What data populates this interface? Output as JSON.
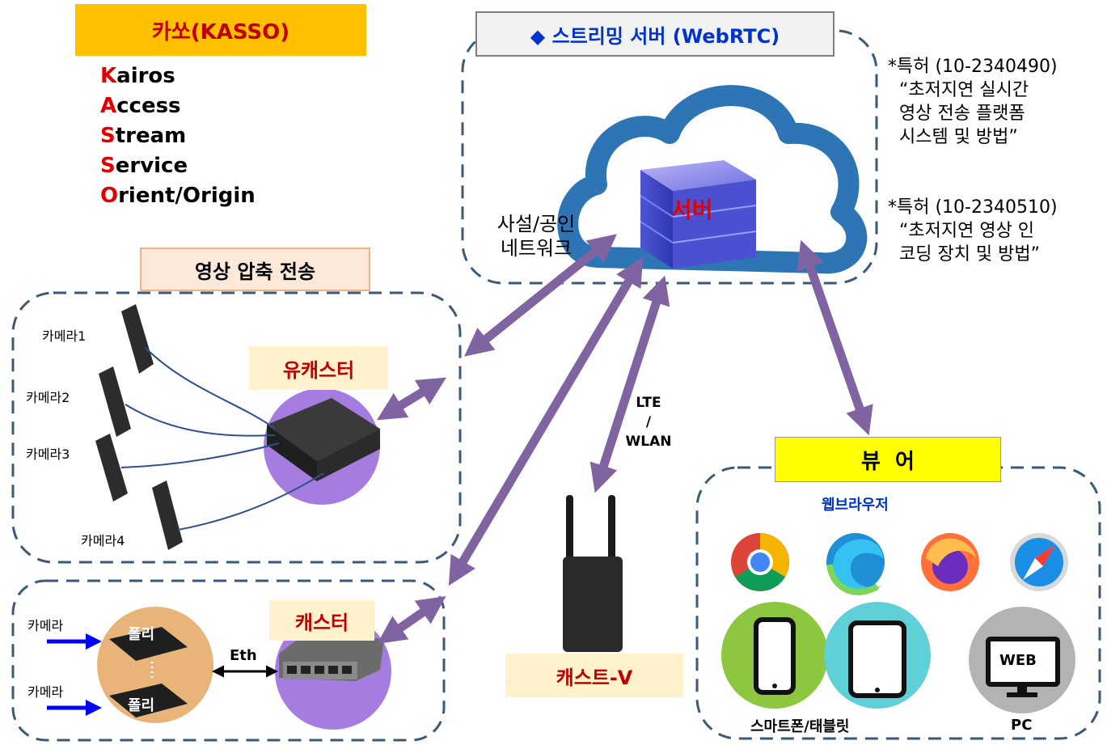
{
  "kasso": {
    "title": "카쏘(KASSO)",
    "acronym": [
      {
        "first": "K",
        "rest": "airos"
      },
      {
        "first": "A",
        "rest": "ccess"
      },
      {
        "first": "S",
        "rest": "tream"
      },
      {
        "first": "S",
        "rest": "ervice"
      },
      {
        "first": "O",
        "rest": "rient/Origin"
      }
    ]
  },
  "streaming_server": {
    "title": "◆ 스트리밍 서버 (WebRTC)",
    "server_label": "서버",
    "network_label_line1": "사설/공인",
    "network_label_line2": "네트워크"
  },
  "patents": [
    {
      "line1": "*특허 (10-2340490)",
      "line2": "  “초저지연 실시간",
      "line3": "  영상 전송 플랫폼",
      "line4": "  시스템 및 방법”"
    },
    {
      "line1": "*특허 (10-2340510)",
      "line2": "  “초저지연 영상 인",
      "line3": "  코딩 장치 및 방법”"
    }
  ],
  "compression": {
    "title": "영상 압축 전송",
    "device_label": "유캐스터",
    "cameras": [
      "카메라1",
      "카메라2",
      "카메라3",
      "카메라4"
    ]
  },
  "caster": {
    "device_label": "캐스터",
    "camera_label_1": "카메라",
    "camera_label_2": "카메라",
    "poly_label_1": "폴리",
    "poly_label_2": "폴리",
    "eth_label": "Eth"
  },
  "cast_v": {
    "label": "캐스트-V",
    "link_line1": "LTE",
    "link_line2": "/",
    "link_line3": "WLAN"
  },
  "viewer": {
    "title": "뷰  어",
    "browser_label": "웹브라우저",
    "browsers": [
      "chrome-icon",
      "edge-icon",
      "firefox-icon",
      "safari-icon"
    ],
    "smartphone_label": "스마트폰/태블릿",
    "pc_label": "PC",
    "pc_screen_text": "WEB"
  },
  "colors": {
    "arrow": "#8064a2",
    "dashed_border": "#3b5a78",
    "kasso_bg": "#ffc000",
    "viewer_bg": "#ffff00",
    "label_bg": "#fff2cc",
    "compression_bg": "#fde9d9",
    "cloud": "#2e75b6"
  }
}
